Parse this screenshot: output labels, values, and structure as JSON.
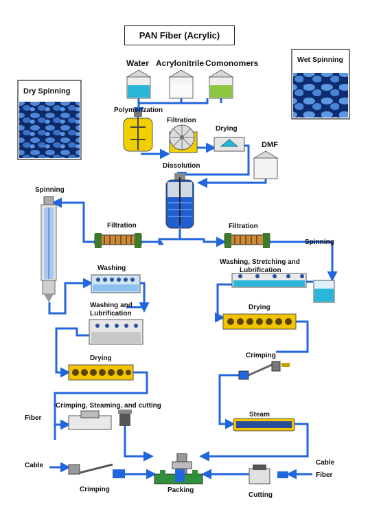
{
  "title": "PAN Fiber (Acrylic)",
  "panels": {
    "dry": "Dry Spinning",
    "wet": "Wet Spinning"
  },
  "raw_materials": {
    "water": "Water",
    "acrylonitrile": "Acrylonitrile",
    "comonomers": "Comonomers"
  },
  "steps_top": {
    "polymerization": "Polymerization",
    "filtration": "Filtration",
    "drying": "Drying",
    "dmf": "DMF",
    "dissolution": "Dissolution"
  },
  "dry_line": {
    "spinning": "Spinning",
    "filtration": "Filtration",
    "washing": "Washing",
    "washing_lub_1": "Washing and",
    "washing_lub_2": "Lubrification",
    "drying": "Drying",
    "crimping_steaming_cutting": "Crimping, Steaming, and cutting",
    "fiber": "Fiber",
    "cable": "Cable",
    "crimping": "Crimping"
  },
  "wet_line": {
    "filtration": "Filtration",
    "spinning": "Spinning",
    "washing_stretch_1": "Washing, Stretching and",
    "washing_stretch_2": "Lubrification",
    "drying": "Drying",
    "crimping": "Crimping",
    "steam": "Steam",
    "cable": "Cable",
    "fiber": "Fiber",
    "cutting": "Cutting"
  },
  "packing": "Packing",
  "colors": {
    "flow": "#2266dd",
    "water_tank": "#29b6d8",
    "acrylonitrile_tank": "#f4f4f4",
    "comonomer_tank": "#8dc63f",
    "dryer_yellow": "#f2c400",
    "filter_green": "#3d7a2a",
    "micrograph_blue": "#2a5fb8"
  }
}
